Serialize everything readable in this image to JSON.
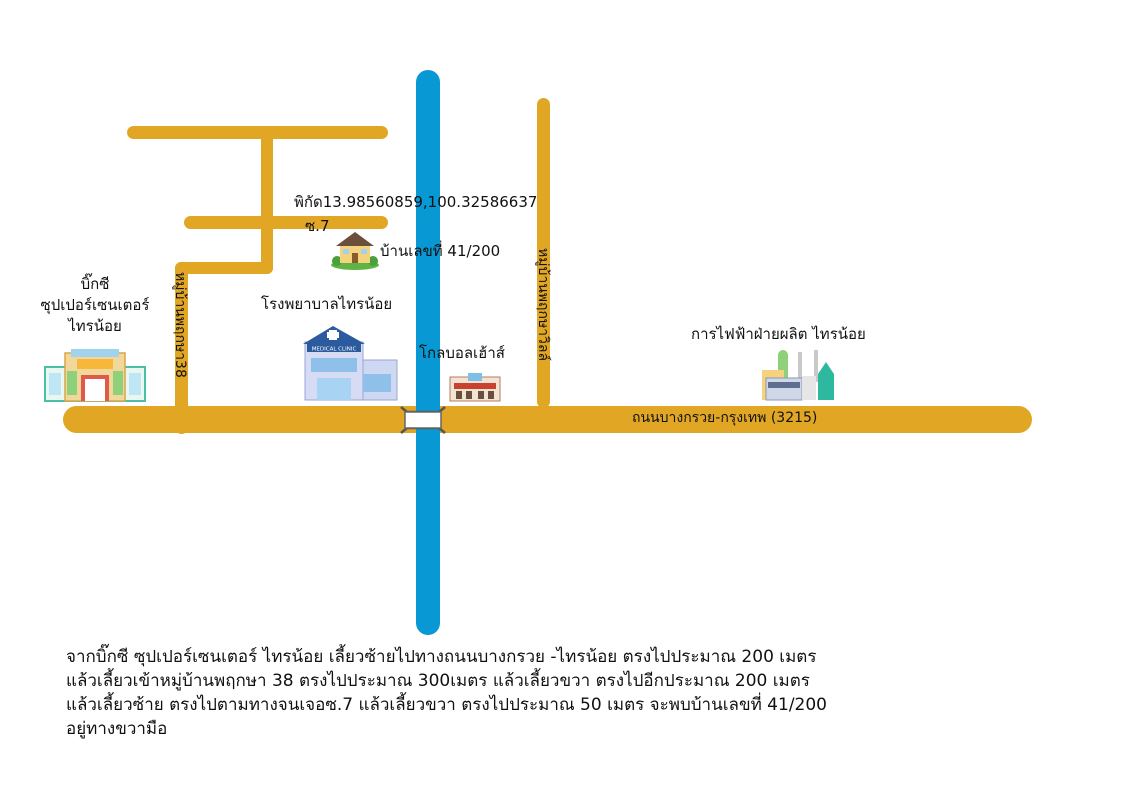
{
  "labels": {
    "coords": "พิกัด13.98560859,100.32586637",
    "soi7": "ซ.7",
    "house": "บ้านเลขที่ 41/200",
    "bigc": "บิ๊กซี ซุปเปอร์เซนเตอร์ ไทรน้อย",
    "bigc_lines": [
      "บิ๊กซี",
      "ซุปเปอร์เซนเตอร์",
      "ไทรน้อย"
    ],
    "hospital": "โรงพยาบาลไทรน้อย",
    "globalhouse": "โกลบอลเฮ้าส์",
    "egat": "การไฟฟ้าฝ่ายผลิต ไทรน้อย",
    "main_road": "ถนนบางกรวย-กรุงเทพ (3215)",
    "village_left": "หมู่บ้านพฤกษา38",
    "village_right": "หมู่บ้านพฤกษาวิลล์"
  },
  "clinic_sign": "MEDICAL CLINIC",
  "directions": [
    " จากบิ๊กซี ซุปเปอร์เซนเตอร์ ไทรน้อย เลี้ยวซ้ายไปทางถนนบางกรวย -ไทรน้อย ตรงไปประมาณ 200 เมตร",
    "แล้วเลี้ยวเข้าหมู่บ้านพฤกษา 38 ตรงไปประมาณ 300เมตร แล้วเลี้ยวขวา ตรงไปอีกประมาณ 200 เมตร",
    "แล้วเลี้ยวซ้าย ตรงไปตามทางจนเจอซ.7 แล้วเลี้ยวขวา ตรงไปประมาณ 50 เมตร จะพบบ้านเลขที่ 41/200",
    "อยู่ทางขวามือ"
  ],
  "colors": {
    "road": "#e1a623",
    "river": "#0898d4"
  },
  "icons": [
    "house-icon",
    "shopping-mall-icon",
    "clinic-icon",
    "hardware-store-icon",
    "power-plant-icon",
    "bridge-icon"
  ]
}
